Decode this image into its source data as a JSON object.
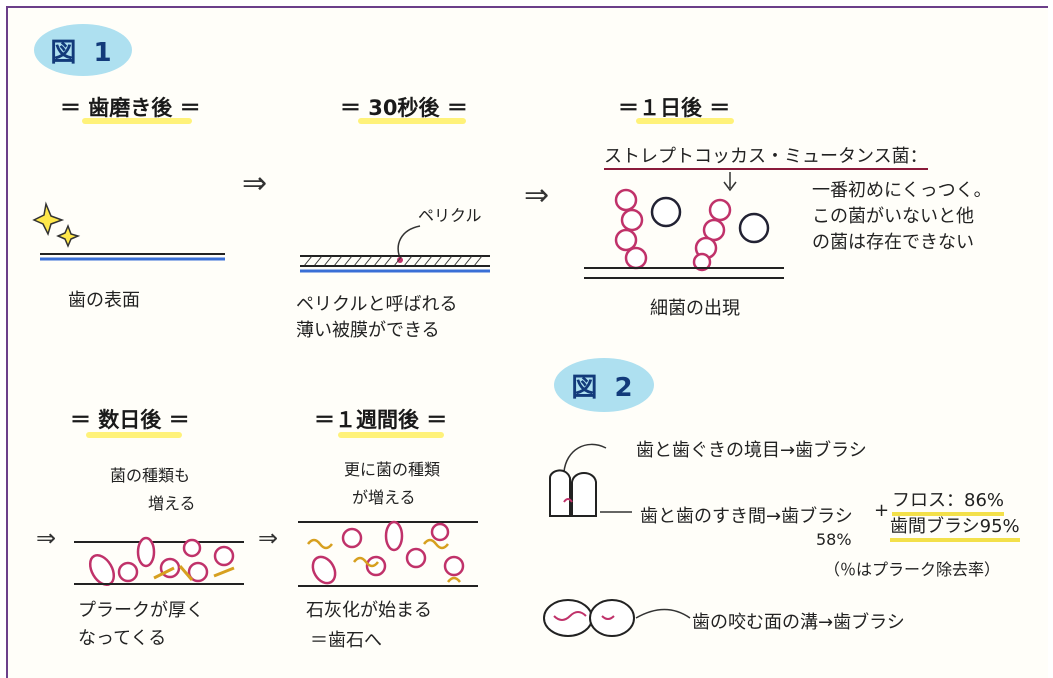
{
  "figure1": {
    "label": "図 1",
    "stage1": {
      "title": "＝ 歯磨き後 ＝",
      "caption": "歯の表面"
    },
    "stage2": {
      "title": "＝ 30秒後 ＝",
      "pellicle_label": "ペリクル",
      "caption_line1": "ペリクルと呼ばれる",
      "caption_line2": "薄い被膜ができる"
    },
    "stage3": {
      "title": "＝１日後 ＝",
      "bacteria_name": "ストレプトコッカス・ミュータンス菌：",
      "note_line1": "一番初めにくっつく。",
      "note_line2": "この菌がいないと他",
      "note_line3": "の菌は存在できない",
      "caption": "細菌の出現"
    },
    "stage4": {
      "title": "＝ 数日後 ＝",
      "note_line1": "菌の種類も",
      "note_line2": "増える",
      "caption_line1": "プラークが厚く",
      "caption_line2": "なってくる"
    },
    "stage5": {
      "title": "＝１週間後 ＝",
      "note_line1": "更に菌の種類",
      "note_line2": "が増える",
      "caption_line1": "石灰化が始まる",
      "caption_line2": "＝歯石へ"
    },
    "arrow_symbol": "⇒"
  },
  "figure2": {
    "label": "図 2",
    "row1": "歯と歯ぐきの境目→歯ブラシ",
    "row2": "歯と歯のすき間→歯ブラシ",
    "row2_plus": "+",
    "row2_floss": "フロス：86%",
    "row2_interdental": "歯間ブラシ95%",
    "row2_brush_rate": "58%",
    "row2_note": "（％はプラーク除去率）",
    "row3": "歯の咬む面の溝→歯ブラシ"
  },
  "colors": {
    "frame": "#6b3f8a",
    "label_bg": "#aee0f0",
    "highlight": "#fff27a",
    "bacteria": "#c0326a",
    "tooth_line": "#3a6fd6"
  }
}
